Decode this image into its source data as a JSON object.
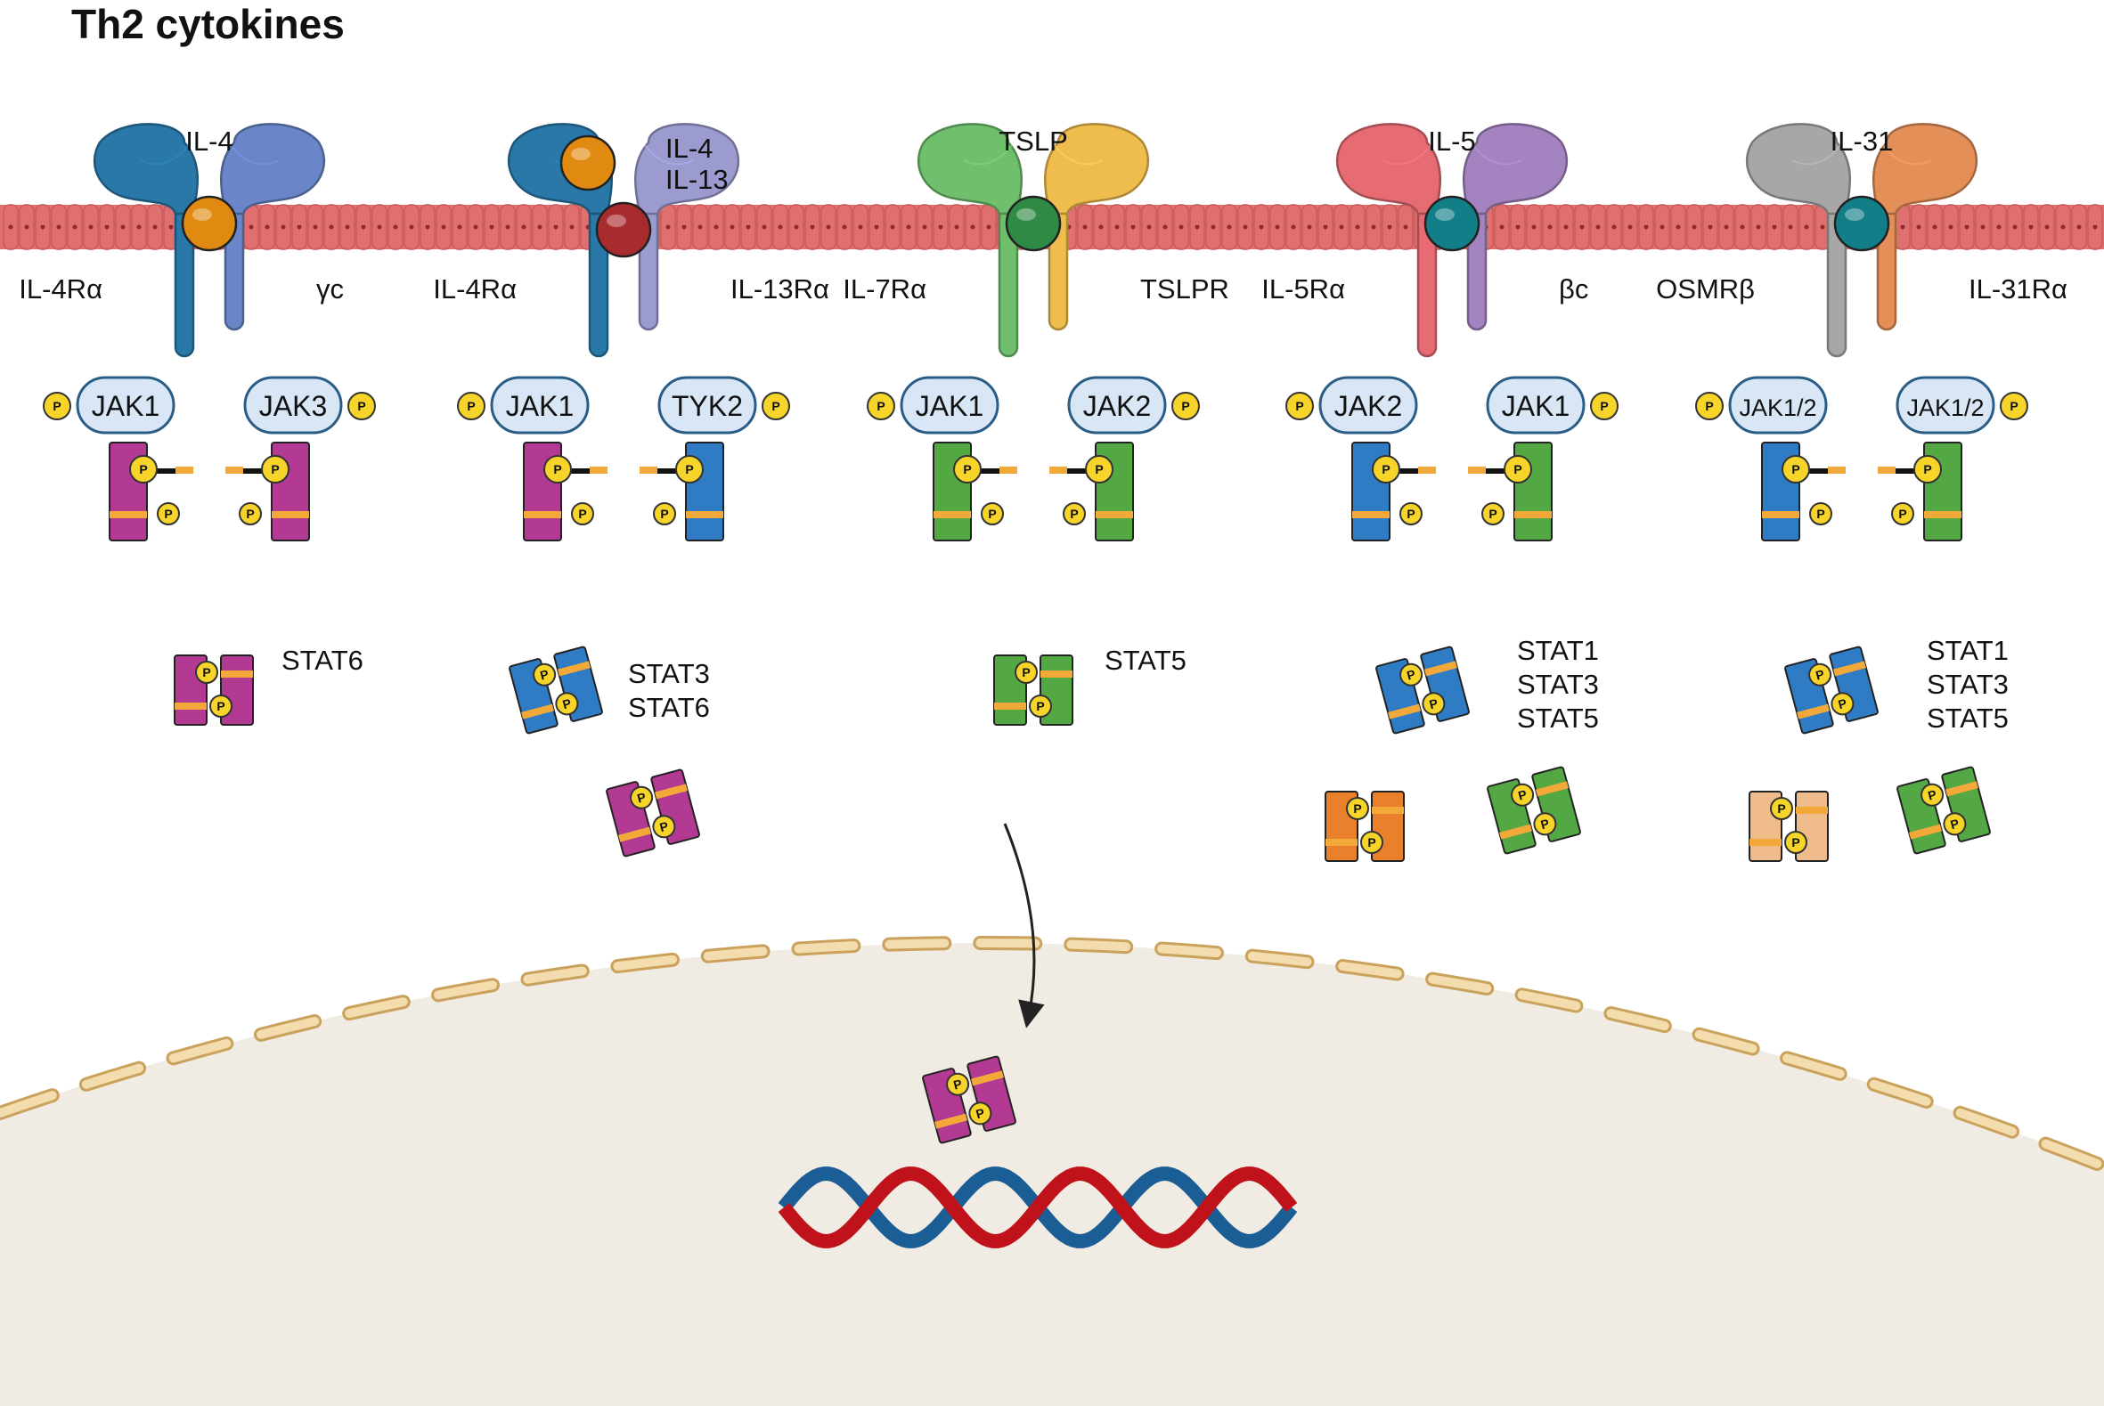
{
  "title": "Th2 cytokines",
  "colors": {
    "membrane": "#e0706f",
    "membrane_dark": "#c95a5a",
    "nucleus": "#f0ebe3",
    "nuclear_pore": "#f3dcae",
    "phospho": "#f6d429",
    "dna_red": "#c0121b",
    "dna_blue": "#1b5e95",
    "stat_magenta": "#b23a93",
    "stat_blue": "#2f7cc4",
    "stat_green": "#54a844",
    "stat_orange": "#e8802c",
    "stat_peach": "#f0bb8b"
  },
  "phospho_label": "P",
  "pathways": [
    {
      "ligand": "IL-4",
      "receptor_left": "IL-4Rα",
      "receptor_right": "γc",
      "jak_left": "JAK1",
      "jak_right": "JAK3",
      "stats": [
        "STAT6"
      ]
    },
    {
      "ligand": "IL-4",
      "ligand_2": "IL-13",
      "receptor_left": "IL-4Rα",
      "receptor_right": "IL-13Rα",
      "jak_left": "JAK1",
      "jak_right": "TYK2",
      "stats": [
        "STAT3",
        "STAT6"
      ]
    },
    {
      "ligand": "TSLP",
      "receptor_left": "IL-7Rα",
      "receptor_right": "TSLPR",
      "jak_left": "JAK1",
      "jak_right": "JAK2",
      "stats": [
        "STAT5"
      ]
    },
    {
      "ligand": "IL-5",
      "receptor_left": "IL-5Rα",
      "receptor_right": "βc",
      "jak_left": "JAK2",
      "jak_right": "JAK1",
      "stats": [
        "STAT1",
        "STAT3",
        "STAT5"
      ]
    },
    {
      "ligand": "IL-31",
      "receptor_left": "OSMRβ",
      "receptor_right": "IL-31Rα",
      "jak_left": "JAK1/2",
      "jak_right": "JAK1/2",
      "stats": [
        "STAT1",
        "STAT3",
        "STAT5"
      ]
    }
  ]
}
